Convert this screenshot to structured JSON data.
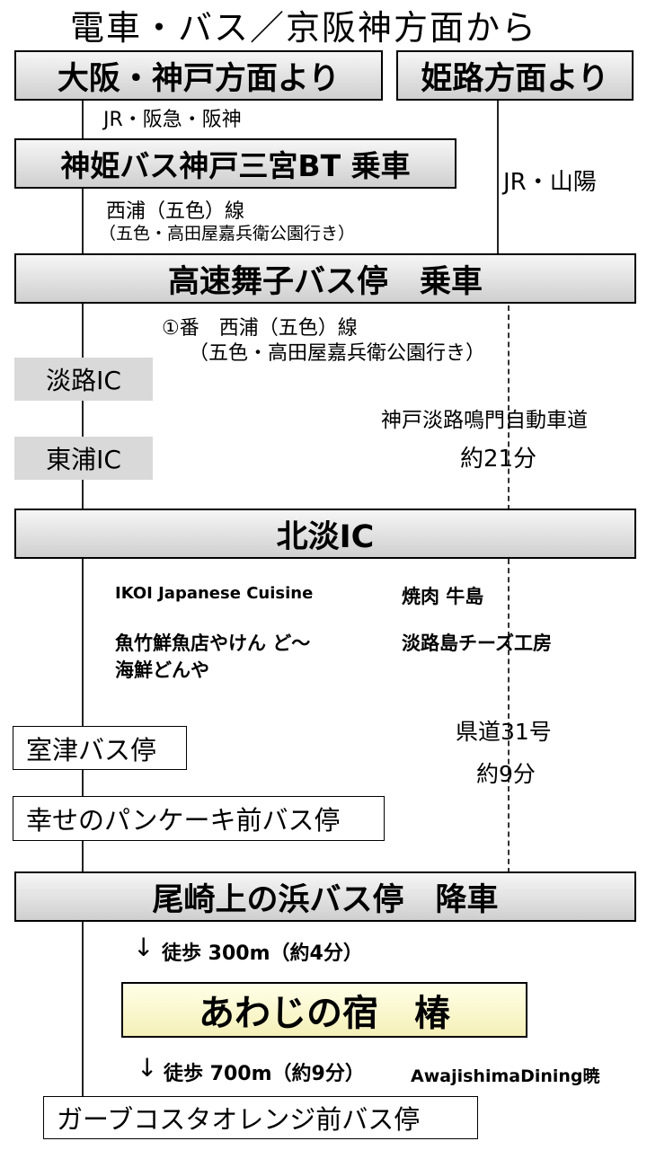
{
  "title": "電車・バス／京阪神方面から",
  "boxes": {
    "osaka_kobe": "大阪・神戸方面より",
    "himeji": "姫路方面より",
    "shinki_bus": "神姫バス神戸三宮BT 乗車",
    "maiko": "高速舞子バス停　乗車",
    "awaji_ic": "淡路IC",
    "higashiura_ic": "東浦IC",
    "hokudan_ic": "北淡IC",
    "murotsu": "室津バス停",
    "pancake": "幸せのパンケーキ前バス停",
    "ozaki": "尾崎上の浜バス停　降車",
    "hotel": "あわじの宿　椿",
    "garb": "ガーブコスタオレンジ前バス停"
  },
  "labels": {
    "jr_hankyu_hanshin": "JR・阪急・阪神",
    "jr_sanyo": "JR・山陽",
    "nishiura_line": "西浦（五色）線",
    "nishiura_dest": "（五色・高田屋嘉兵衛公園行き）",
    "platform_line": "①番　西浦（五色）線",
    "platform_dest": "（五色・高田屋嘉兵衛公園行き）",
    "expressway": "神戸淡路鳴門自動車道",
    "expressway_time": "約21分",
    "ikoi": "IKOI Japanese Cuisine",
    "yakiniku": "焼肉 牛島",
    "uotake_1": "魚竹鮮魚店やけん ど～",
    "uotake_2": "海鮮どんや",
    "cheese": "淡路島チーズ工房",
    "route31": "県道31号",
    "route31_time": "約9分",
    "walk1_arrow": "↓",
    "walk1": "徒歩 300m（約4分）",
    "walk2_arrow": "↓",
    "walk2": "徒歩 700m（約9分）",
    "dining": "AwajishimaDining暁"
  }
}
